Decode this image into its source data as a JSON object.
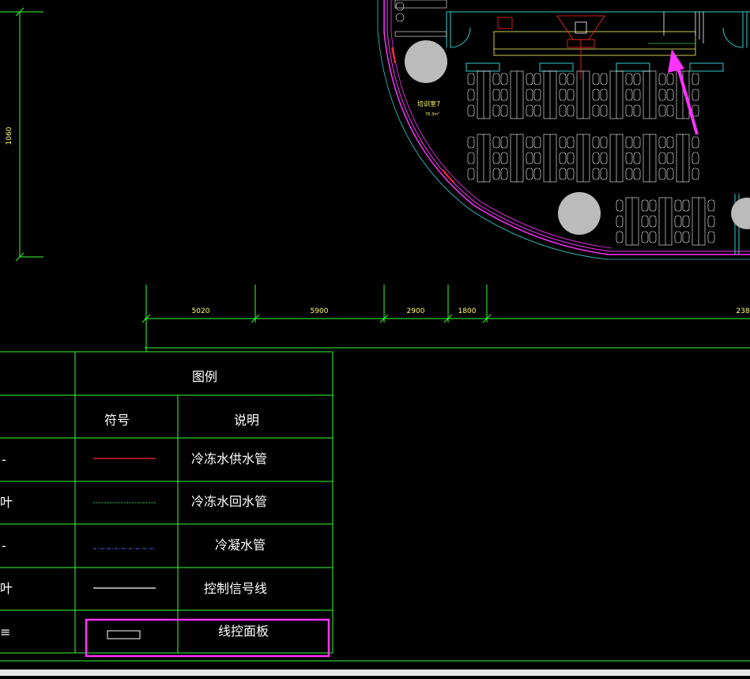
{
  "drawing": {
    "room_label": "培训室7",
    "room_sub": "76.3m²",
    "vertical_dim": "1060",
    "dimensions": [
      "5020",
      "5900",
      "2900",
      "1800",
      "238"
    ]
  },
  "legend": {
    "title": "图例",
    "col_symbol": "符号",
    "col_desc": "说明",
    "rows": [
      {
        "desc": "冷冻水供水管",
        "left_fragment": "-",
        "color": "#ff2a2a"
      },
      {
        "desc": "冷冻水回水管",
        "left_fragment": "叶",
        "color": "#33cc66"
      },
      {
        "desc": "冷凝水管",
        "left_fragment": "-",
        "color": "#4466ff"
      },
      {
        "desc": "控制信号线",
        "left_fragment": "叶",
        "color": "#ffffff"
      },
      {
        "desc": "线控面板",
        "left_fragment": "≡",
        "color": "#ffffff"
      }
    ]
  },
  "colors": {
    "background": "#000000",
    "grid_line": "#33ff33",
    "wall": "#ff33ff",
    "highlight": "#ff33ff",
    "furniture": "#ffffff",
    "ductwork": "#ffff66",
    "cyan": "#33cccc"
  }
}
